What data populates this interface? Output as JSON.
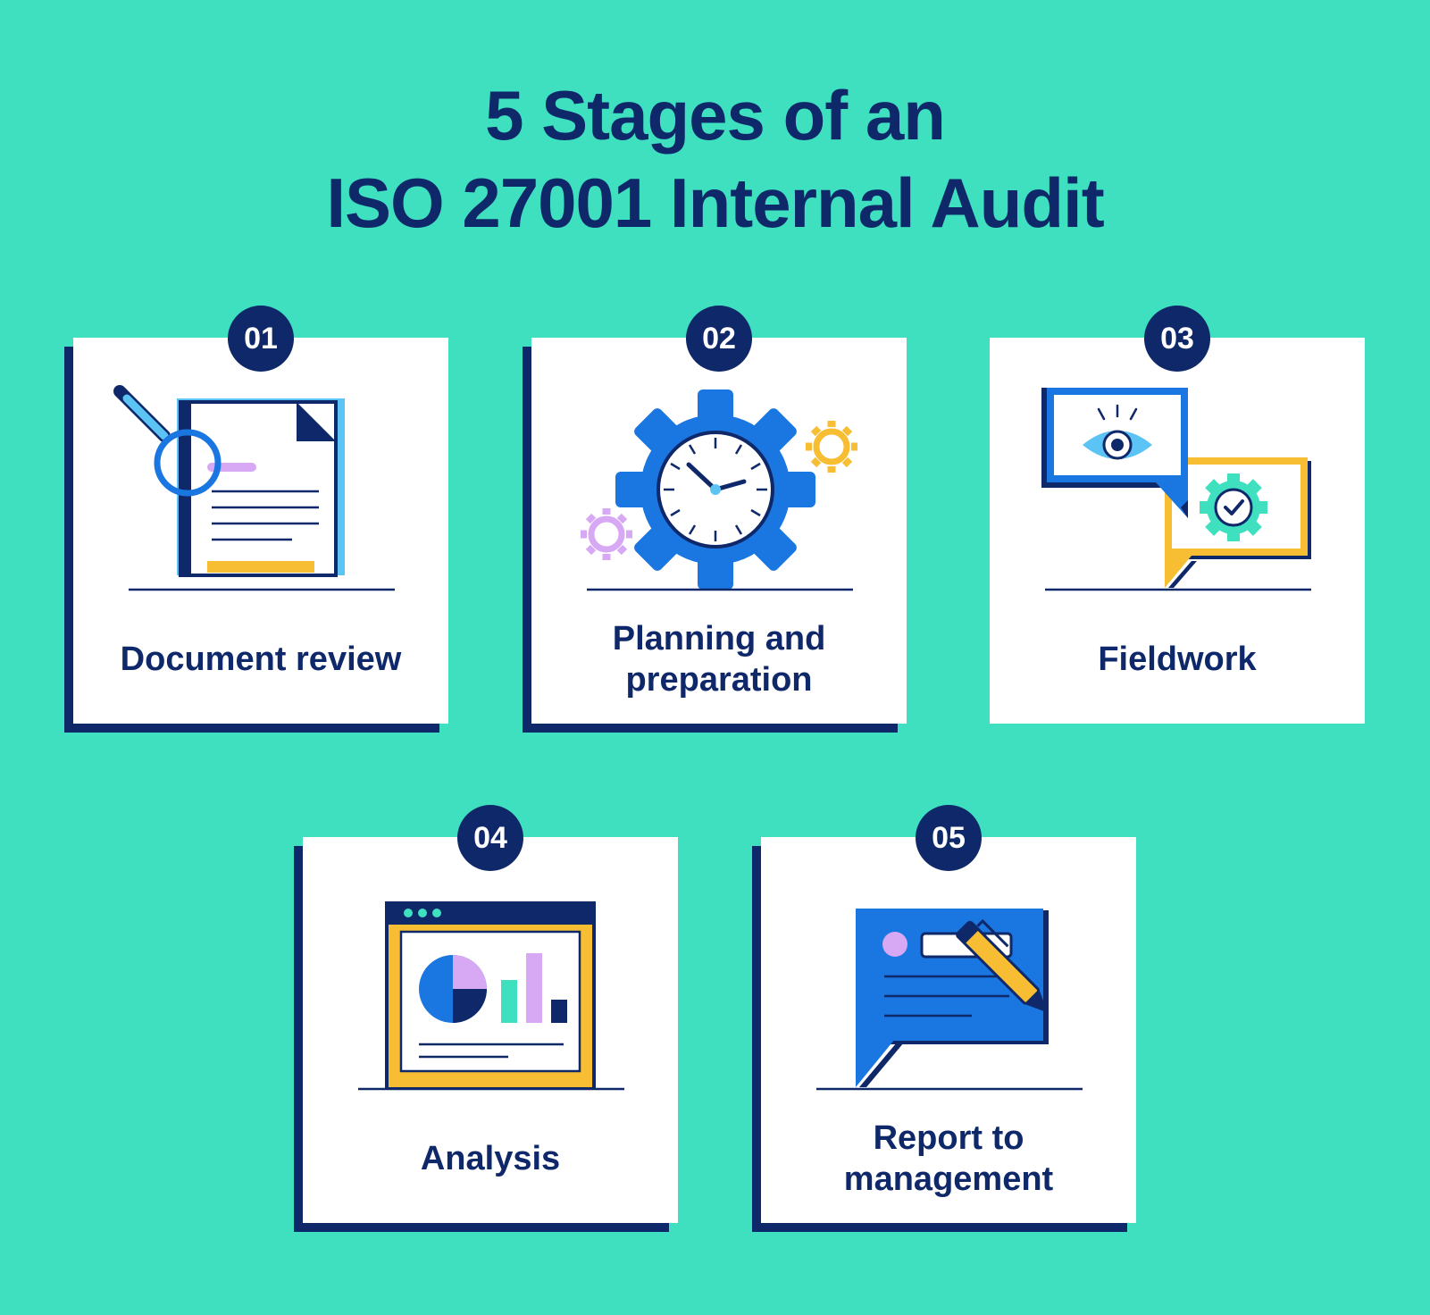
{
  "title": {
    "line1": "5 Stages of an",
    "line2": "ISO 27001 Internal Audit"
  },
  "stages": [
    {
      "number": "01",
      "label": "Document review",
      "icon": "document-magnifier-icon"
    },
    {
      "number": "02",
      "label": "Planning and preparation",
      "icon": "gear-clock-icon"
    },
    {
      "number": "03",
      "label": "Fieldwork",
      "icon": "eye-checkmark-speech-bubbles-icon"
    },
    {
      "number": "04",
      "label": "Analysis",
      "icon": "analytics-dashboard-icon"
    },
    {
      "number": "05",
      "label": "Report to management",
      "icon": "report-pen-icon"
    }
  ],
  "colors": {
    "background": "#3ee0bf",
    "navy": "#0f2869",
    "blue": "#1a76e0",
    "light_blue": "#5cc3f5",
    "yellow": "#f7bd33",
    "purple": "#d7a8f3",
    "teal": "#3ee0bf",
    "card": "#ffffff"
  }
}
